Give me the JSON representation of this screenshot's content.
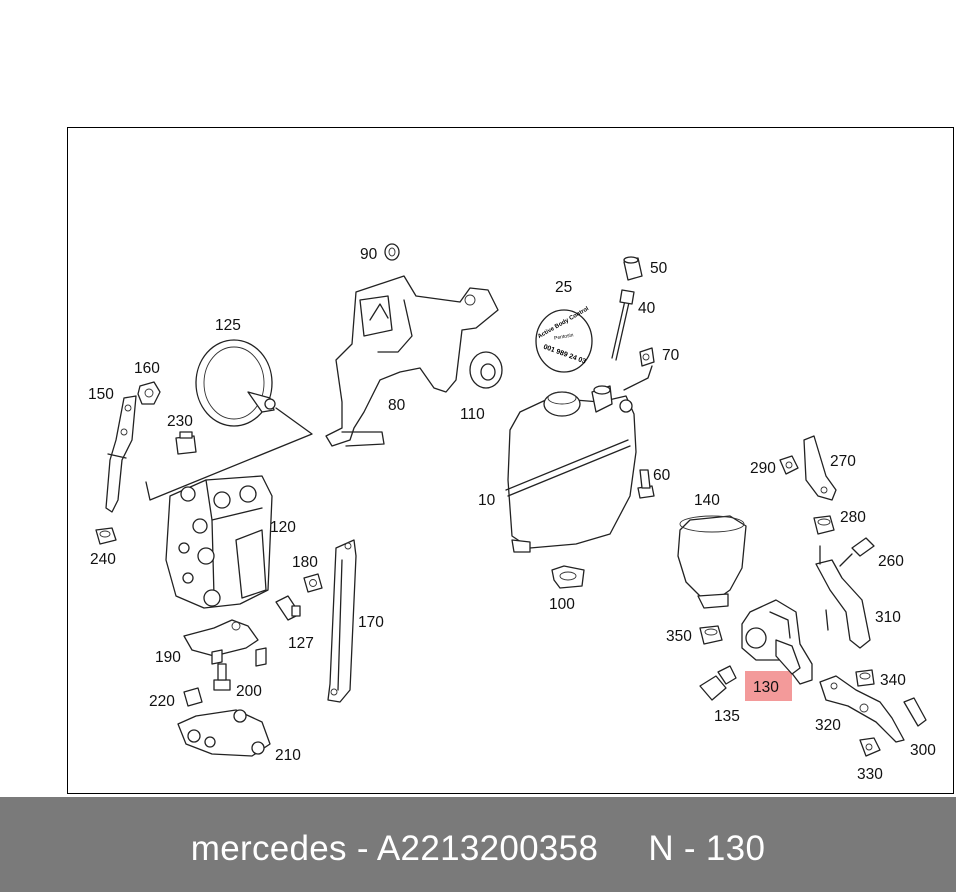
{
  "diagram": {
    "labels": [
      {
        "id": "10",
        "text": "10"
      },
      {
        "id": "25",
        "text": "25"
      },
      {
        "id": "40",
        "text": "40"
      },
      {
        "id": "50",
        "text": "50"
      },
      {
        "id": "60",
        "text": "60"
      },
      {
        "id": "70",
        "text": "70"
      },
      {
        "id": "80",
        "text": "80"
      },
      {
        "id": "90",
        "text": "90"
      },
      {
        "id": "100",
        "text": "100"
      },
      {
        "id": "110",
        "text": "110"
      },
      {
        "id": "120",
        "text": "120"
      },
      {
        "id": "125",
        "text": "125"
      },
      {
        "id": "127",
        "text": "127"
      },
      {
        "id": "130",
        "text": "130"
      },
      {
        "id": "135",
        "text": "135"
      },
      {
        "id": "140",
        "text": "140"
      },
      {
        "id": "150",
        "text": "150"
      },
      {
        "id": "160",
        "text": "160"
      },
      {
        "id": "170",
        "text": "170"
      },
      {
        "id": "180",
        "text": "180"
      },
      {
        "id": "190",
        "text": "190"
      },
      {
        "id": "200",
        "text": "200"
      },
      {
        "id": "210",
        "text": "210"
      },
      {
        "id": "220",
        "text": "220"
      },
      {
        "id": "230",
        "text": "230"
      },
      {
        "id": "240",
        "text": "240"
      },
      {
        "id": "260",
        "text": "260"
      },
      {
        "id": "270",
        "text": "270"
      },
      {
        "id": "280",
        "text": "280"
      },
      {
        "id": "290",
        "text": "290"
      },
      {
        "id": "300",
        "text": "300"
      },
      {
        "id": "310",
        "text": "310"
      },
      {
        "id": "320",
        "text": "320"
      },
      {
        "id": "330",
        "text": "330"
      },
      {
        "id": "340",
        "text": "340"
      },
      {
        "id": "350",
        "text": "350"
      }
    ],
    "highlighted_part": "130",
    "highlight_color": "#f39a9a",
    "cap_text": [
      "Active Body Control",
      "Pentosin",
      "001 989 24 03"
    ]
  },
  "footer": {
    "caption": "mercedes - A2213200358     N - 130",
    "background_color": "#7a7a7a",
    "text_color": "#ffffff"
  }
}
